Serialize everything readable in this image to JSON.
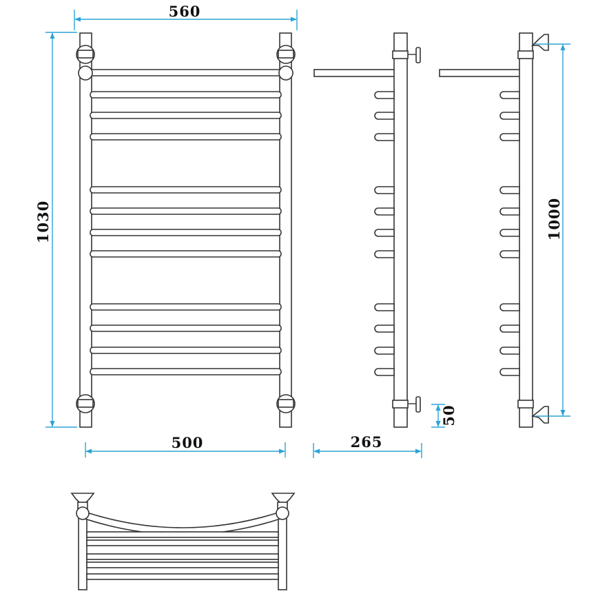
{
  "drawing": {
    "colors": {
      "dimension_line": "#2aa4d6",
      "outline": "#333333",
      "label": "#111111",
      "background": "#ffffff"
    },
    "dimensions": {
      "overall_width": "560",
      "height": "1030",
      "center_distance": "500",
      "depth": "265",
      "connection_distance": "1000",
      "bottom_offset": "50"
    },
    "views": [
      "front-view",
      "side-view-left",
      "side-view-right",
      "top-view"
    ]
  }
}
